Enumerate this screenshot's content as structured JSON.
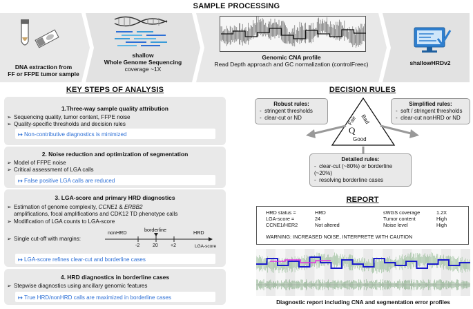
{
  "sample_processing": {
    "title": "SAMPLE PROCESSING",
    "stage1": {
      "line1": "DNA extraction from",
      "line2": "FF or FFPE tumor sample"
    },
    "stage2": {
      "line1": "shallow",
      "line2": "Whole Genome Sequencing",
      "line3": "coverage ~1X"
    },
    "stage3": {
      "line1": "Genomic CNA profile",
      "line2": "Read Depth approach and GC normalization (controlFreec)"
    },
    "stage4": {
      "line1": "shallowHRDv2"
    }
  },
  "key_steps": {
    "title": "KEY STEPS OF ANALYSIS",
    "s1": {
      "heading": "1.Three-way sample quality attribution",
      "items": [
        "Sequencing quality, tumor content, FFPE noise",
        "Quality-specific thresholds and decision rules"
      ],
      "result": "Non-contributive diagnostics is minimized"
    },
    "s2": {
      "heading": "2. Noise reduction and optimization of segmentation",
      "items": [
        "Model of FFPE noise",
        "Critical assessment of LGA calls"
      ],
      "result": "False positive LGA calls are reduced"
    },
    "s3": {
      "heading": "3. LGA-score and primary HRD diagnostics",
      "item1a": "Estimation of genome complexity, ",
      "item1b": "CCNE1",
      "item1c": " & ",
      "item1d": "ERBB2",
      "item1e": "amplifications, focal amplifications and CDK12 TD phenotype calls",
      "item2": "Modification of LGA counts to LGA-score",
      "item3": "Single cut-off with margins:",
      "scale": {
        "left": "nonHRD",
        "mid": "borderline",
        "right": "HRD",
        "t1": "-2",
        "t2": "20",
        "t3": "+2",
        "axis": "LGA-score"
      },
      "result": "LGA-score refines clear-cut and borderline cases"
    },
    "s4": {
      "heading": "4. HRD diagnostics in borderline cases",
      "items": [
        "Stepwise diagnostics using ancillary genomic features"
      ],
      "result": "True HRD/nonHRD calls are maximized in borderline cases"
    }
  },
  "decision_rules": {
    "title": "DECISION RULES",
    "robust": {
      "title": "Robust rules:",
      "items": [
        "stringent thresholds",
        "clear-cut or ND"
      ]
    },
    "simplified": {
      "title": "Simplified rules:",
      "items": [
        "soft / stringent thresholds",
        "clear-cut nonHRD or ND"
      ]
    },
    "detailed": {
      "title": "Detailed rules:",
      "items": [
        "clear-cut (~80%) or borderline (~20%)",
        "resolving borderline cases"
      ]
    },
    "triangle": {
      "fair": "Fair",
      "bad": "Bad",
      "q": "Q",
      "good": "Good"
    }
  },
  "report": {
    "title": "REPORT",
    "rows": [
      {
        "k1": "HRD status =",
        "v1": "HRD",
        "k2": "sWGS coverage",
        "v2": "1.2X"
      },
      {
        "k1": "LGA-score =",
        "v1": "24",
        "k2": "Tumor content",
        "v2": "High"
      },
      {
        "k1": "CCNE1/HER2",
        "v1": "Not altered",
        "k2": "Noise level",
        "v2": "High"
      }
    ],
    "warning": "WARNING: INCREASED NOISE, INTERPRETE WITH CAUTION",
    "caption": "Diagnostic report including CNA and segmentation error profiles"
  },
  "colors": {
    "accent": "#2c6fd6",
    "box": "#e9e9e9",
    "pipe": "#ececec",
    "arrow": "#8a8a8a"
  }
}
